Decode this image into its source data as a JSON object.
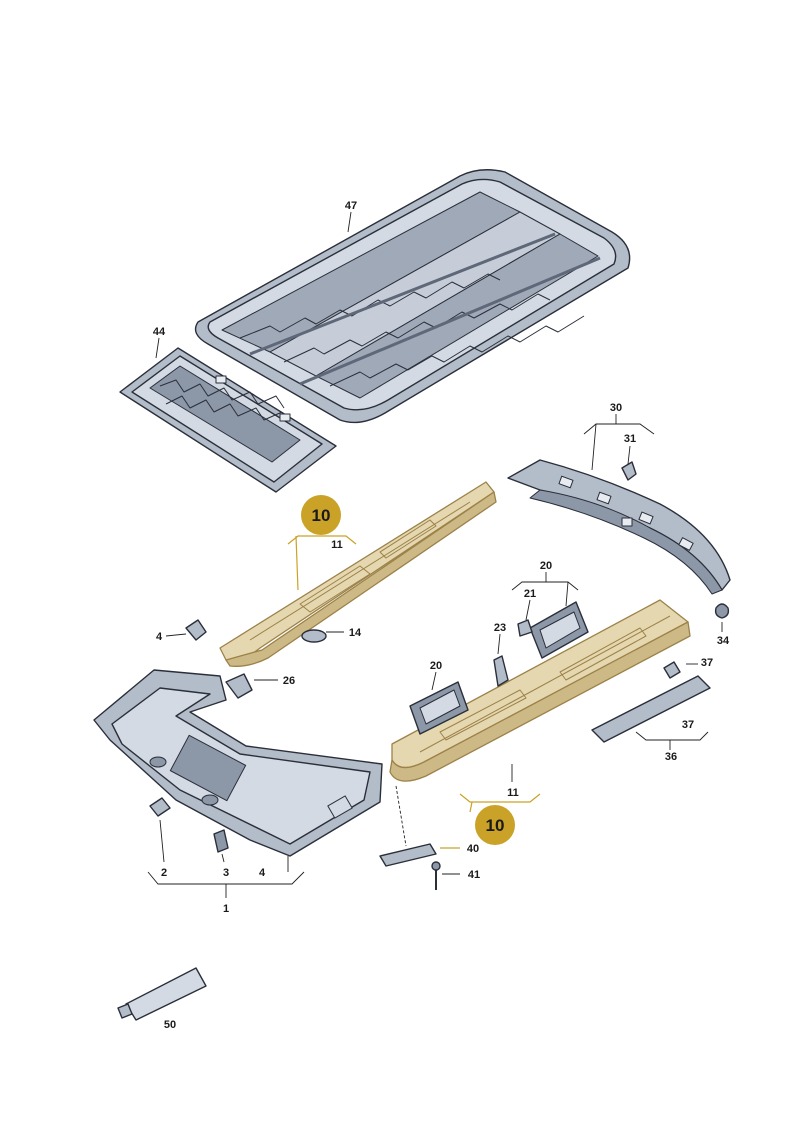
{
  "parts": {
    "p47": "47",
    "p44": "44",
    "p30": "30",
    "p31": "31",
    "p10a": "10",
    "p11a": "11",
    "p4a": "4",
    "p14": "14",
    "p26": "26",
    "p20a": "20",
    "p21": "21",
    "p23": "23",
    "p20b": "20",
    "p34": "34",
    "p37a": "37",
    "p37b": "37",
    "p36": "36",
    "p11b": "11",
    "p10b": "10",
    "p40": "40",
    "p41": "41",
    "p2": "2",
    "p3": "3",
    "p4b": "4",
    "p1": "1",
    "p50": "50"
  },
  "colors": {
    "part_gray": "#b3bcc9",
    "highlight_gold": "#e5d7b0",
    "badge_gold": "#c9a227"
  }
}
